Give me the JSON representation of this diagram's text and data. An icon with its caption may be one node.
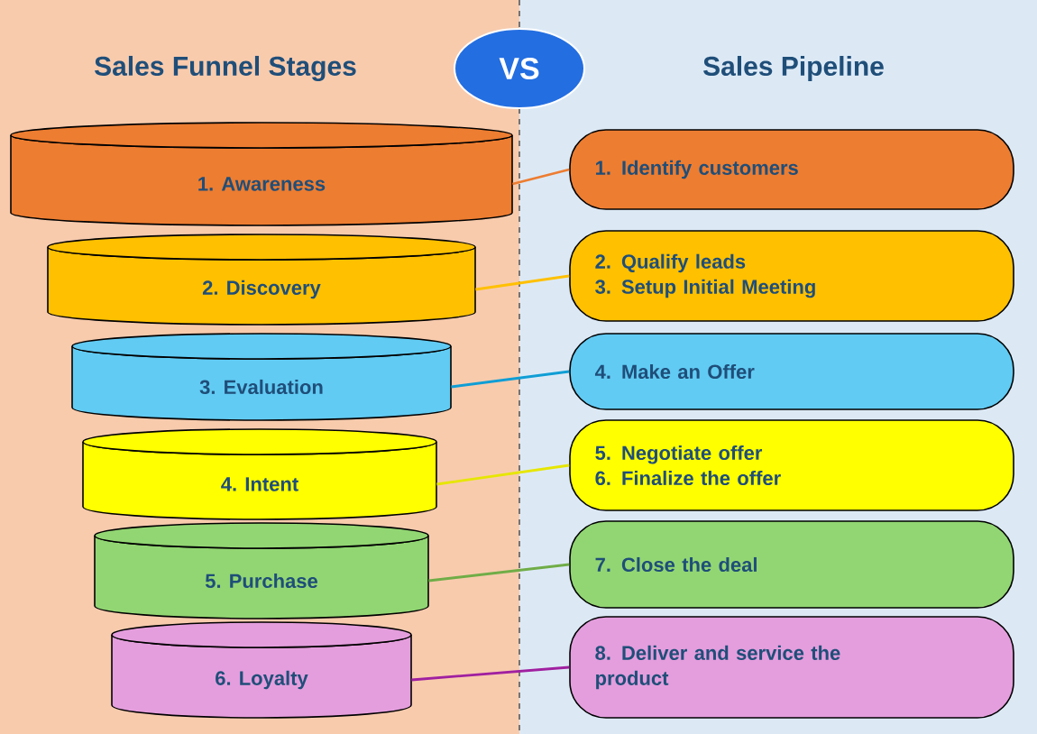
{
  "diagram": {
    "nodes": [
      {
        "text": [
          "VS"
        ]
      },
      {
        "text": [
          "1. Awareness"
        ]
      },
      {
        "text": [
          "1. Identify customers"
        ]
      },
      {
        "text": [
          "2. Discovery"
        ]
      },
      {
        "text": [
          "2. Qualify leads",
          "3. Setup Initial Meeting"
        ]
      },
      {
        "text": [
          "3. Evaluation"
        ]
      },
      {
        "text": [
          "4. Make an Offer"
        ]
      },
      {
        "text": [
          "4. Intent"
        ]
      },
      {
        "text": [
          "5. Negotiate offer",
          "6. Finalize the offer"
        ]
      },
      {
        "text": [
          "5. Purchase"
        ]
      },
      {
        "text": [
          "7. Close the deal"
        ]
      },
      {
        "text": [
          "6. Loyalty"
        ]
      },
      {
        "text": [
          "8. Deliver and service the product"
        ]
      }
    ],
    "edges": [
      {
        "from": 1,
        "to": 2,
        "arrow": "none",
        "color": "#ed7d31"
      },
      {
        "from": 3,
        "to": 4,
        "arrow": "none",
        "color": "#ffc000"
      },
      {
        "from": 5,
        "to": 6,
        "arrow": "none",
        "color": "#0f9ed5"
      },
      {
        "from": 7,
        "to": 8,
        "arrow": "none",
        "color": "#e6e600"
      },
      {
        "from": 9,
        "to": 10,
        "arrow": "none",
        "color": "#70ad47"
      },
      {
        "from": 11,
        "to": 12,
        "arrow": "none",
        "color": "#a020a0"
      }
    ],
    "labels": [
      "Sales Funnel Stages",
      "Sales Pipeline"
    ]
  }
}
